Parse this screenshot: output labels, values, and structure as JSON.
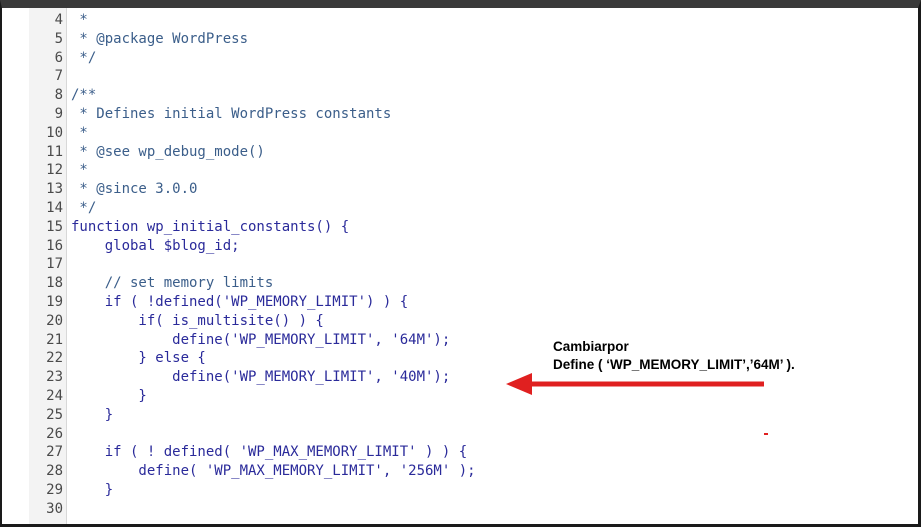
{
  "code_lines": [
    {
      "n": "4",
      "text": " *"
    },
    {
      "n": "5",
      "text": " * @package WordPress"
    },
    {
      "n": "6",
      "text": " */"
    },
    {
      "n": "7",
      "text": ""
    },
    {
      "n": "8",
      "text": "/**"
    },
    {
      "n": "9",
      "text": " * Defines initial WordPress constants"
    },
    {
      "n": "10",
      "text": " *"
    },
    {
      "n": "11",
      "text": " * @see wp_debug_mode()"
    },
    {
      "n": "12",
      "text": " *"
    },
    {
      "n": "13",
      "text": " * @since 3.0.0"
    },
    {
      "n": "14",
      "text": " */"
    },
    {
      "n": "15",
      "text": "function wp_initial_constants() {"
    },
    {
      "n": "16",
      "text": "    global $blog_id;"
    },
    {
      "n": "17",
      "text": ""
    },
    {
      "n": "18",
      "text": "    // set memory limits"
    },
    {
      "n": "19",
      "text": "    if ( !defined('WP_MEMORY_LIMIT') ) {"
    },
    {
      "n": "20",
      "text": "        if( is_multisite() ) {"
    },
    {
      "n": "21",
      "text": "            define('WP_MEMORY_LIMIT', '64M');"
    },
    {
      "n": "22",
      "text": "        } else {"
    },
    {
      "n": "23",
      "text": "            define('WP_MEMORY_LIMIT', '40M');"
    },
    {
      "n": "24",
      "text": "        }"
    },
    {
      "n": "25",
      "text": "    }"
    },
    {
      "n": "26",
      "text": ""
    },
    {
      "n": "27",
      "text": "    if ( ! defined( 'WP_MAX_MEMORY_LIMIT' ) ) {"
    },
    {
      "n": "28",
      "text": "        define( 'WP_MAX_MEMORY_LIMIT', '256M' );"
    },
    {
      "n": "29",
      "text": "    }"
    },
    {
      "n": "30",
      "text": ""
    }
  ],
  "annotation": {
    "line1": "Cambiarpor",
    "line2": "Define ( ‘WP_MEMORY_LIMIT’,’64M’ )."
  },
  "colors": {
    "code": "#2a2a9a",
    "comment": "#3b5e8a",
    "arrow": "#e02020"
  }
}
